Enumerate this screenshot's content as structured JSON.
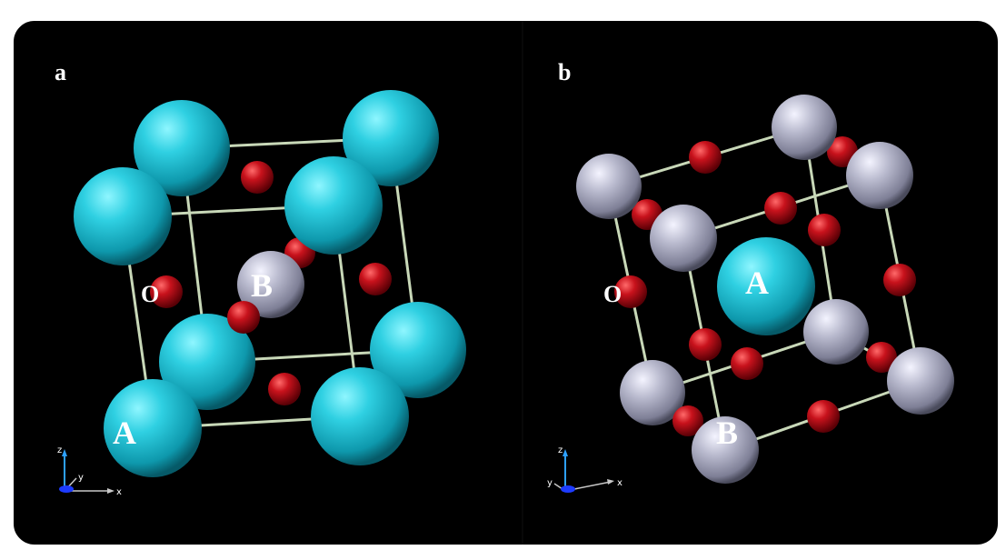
{
  "panels": [
    {
      "letter": "a",
      "labels": {
        "A": "A",
        "B": "B",
        "O": "O"
      },
      "axes": [
        "z",
        "y",
        "x"
      ]
    },
    {
      "letter": "b",
      "labels": {
        "A": "A",
        "B": "B",
        "O": "O"
      },
      "axes": [
        "z",
        "y",
        "x"
      ]
    }
  ],
  "colors": {
    "background": "#000000",
    "atom_A": "#25c4d8",
    "atom_B": "#b8b9cf",
    "atom_O": "#c0101a",
    "bond": "#c8d8b8"
  }
}
